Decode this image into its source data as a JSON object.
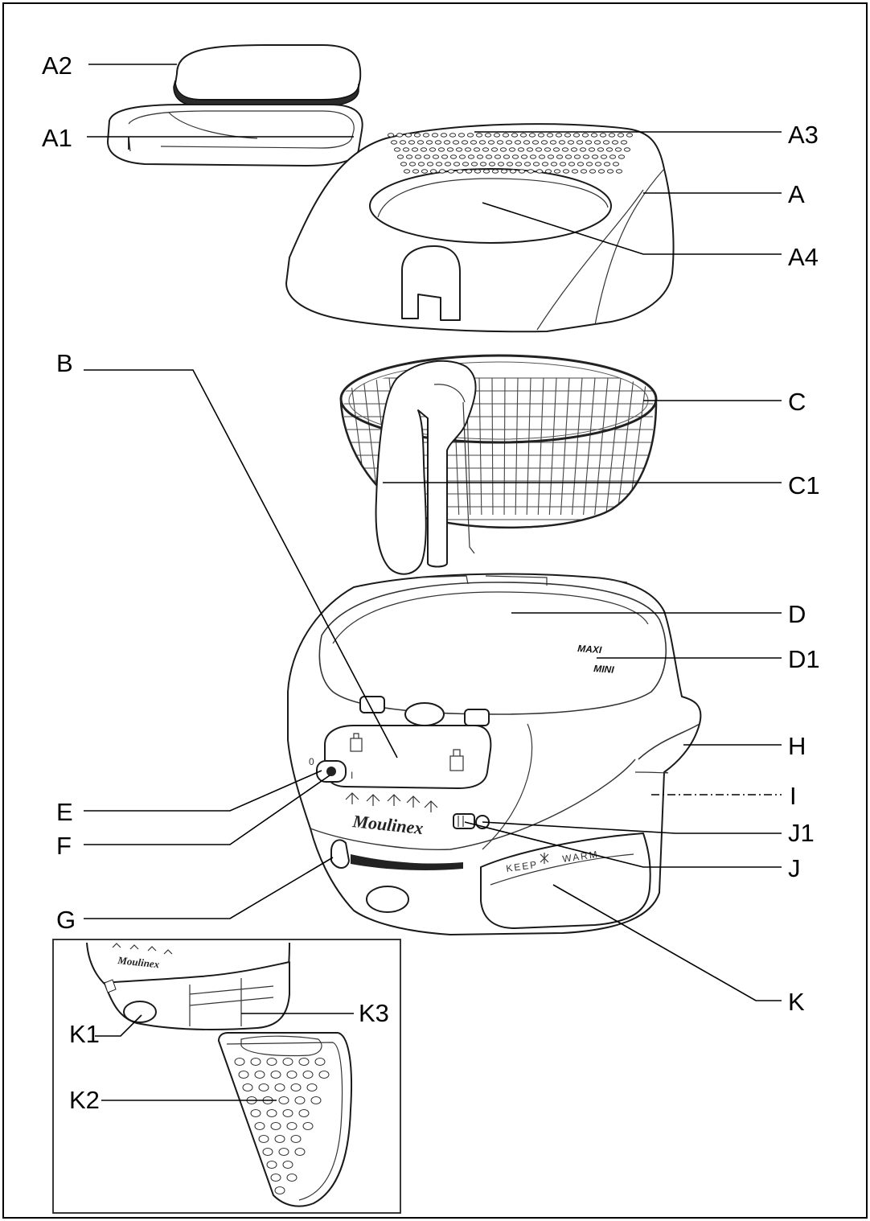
{
  "labels": {
    "A2": "A2",
    "A1": "A1",
    "A3": "A3",
    "A": "A",
    "A4": "A4",
    "B": "B",
    "C": "C",
    "C1": "C1",
    "D": "D",
    "D1": "D1",
    "H": "H",
    "I": "I",
    "E": "E",
    "F": "F",
    "J1": "J1",
    "J": "J",
    "G": "G",
    "K": "K",
    "K1": "K1",
    "K2": "K2",
    "K3": "K3"
  },
  "brand": "Moulinex",
  "level_max": "MAXI",
  "level_min": "MINI",
  "keep": "KEEP",
  "warm": "WARM",
  "switch_off": "0",
  "switch_on": "I"
}
